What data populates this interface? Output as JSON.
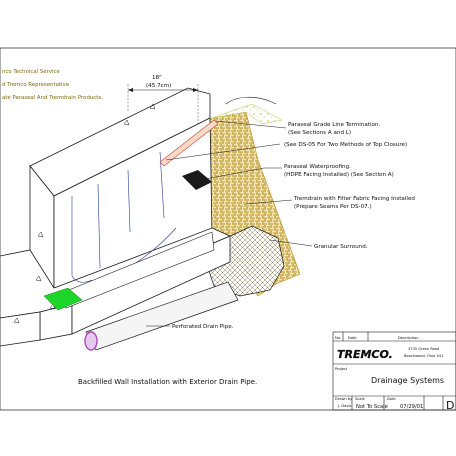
{
  "notes": {
    "line1": "nco Technical Service",
    "line2": "d Tremco Representative",
    "line3": "ate Paraseal And Tremdrain Products."
  },
  "dimension": {
    "inches": "18\"",
    "cm": "(45.7cm)"
  },
  "callouts": {
    "grade_line_1": "Paraseal Grade Line Termination.",
    "grade_line_2": "(See Sections A and L)",
    "ds05": "(See DS-05 For Two Methods of Top Closure)",
    "waterproofing_1": "Paraseal Waterproofing.",
    "waterproofing_2": "(HDPE Facing Installed) (See Section A)",
    "tremdrain_1": "Tremdrain with Filter Fabric Facing Installed",
    "tremdrain_2": "(Prepare Seams Per DS-07.)",
    "granular": "Granular Surround.",
    "drain_pipe": "Perforated Drain Pipe."
  },
  "caption": "Backfilled Wall Installation with Exterior Drain Pipe.",
  "title_block": {
    "head_no": "No.",
    "head_date": "Date",
    "head_description": "Description",
    "company": "TREMCO.",
    "address_1": "3735 Green Road",
    "address_2": "Beachwood, Ohio 441",
    "project_label": "Project",
    "project": "Drainage Systems",
    "drawn_by_label": "Drawn by",
    "drawn_by": "J. Davis",
    "scale_label": "Scale",
    "scale": "Not To Scale",
    "date_label": "Date",
    "date": "07/29/01",
    "sheet": "D"
  },
  "colors": {
    "line": "#1a1a1a",
    "backfill": "#c8a93c",
    "grade_dots": "#b7c44a",
    "membrane": "#2a3a9a",
    "green_band": "#1ed62a",
    "pipe_end": "#b04ab8",
    "notes_text": "#7a6a10"
  }
}
